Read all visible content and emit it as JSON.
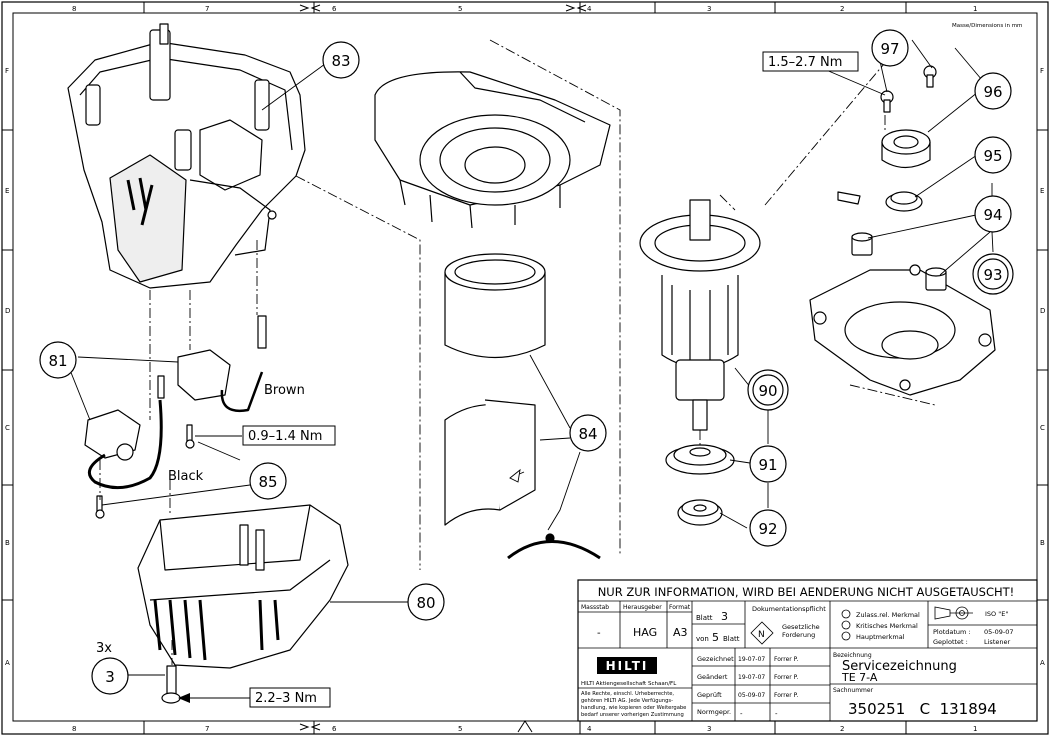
{
  "frame": {
    "columns_top": [
      "8",
      "7",
      "6",
      "5",
      "4",
      "3",
      "2",
      "1"
    ],
    "columns_bottom": [
      "8",
      "7",
      "6",
      "5",
      "4",
      "3",
      "2",
      "1"
    ],
    "rows_left": [
      "F",
      "E",
      "D",
      "C",
      "B",
      "A"
    ],
    "rows_right": [
      "F",
      "E",
      "D",
      "C",
      "B",
      "A"
    ],
    "dimensions_note": "Masse/Dimensions in mm"
  },
  "callouts": {
    "c83": "83",
    "c97": "97",
    "c96": "96",
    "c95": "95",
    "c94": "94",
    "c93": "93",
    "c90": "90",
    "c91": "91",
    "c92": "92",
    "c84": "84",
    "c81": "81",
    "c85": "85",
    "c80": "80",
    "c3": "3"
  },
  "labels": {
    "torque_top": "1.5–2.7 Nm",
    "torque_mid": "0.9–1.4 Nm",
    "torque_bottom": "2.2–3 Nm",
    "wire_brown": "Brown",
    "wire_black": "Black",
    "qty": "3x"
  },
  "title_block": {
    "banner": "NUR ZUR INFORMATION, WIRD BEI AENDERUNG NICHT AUSGETAUSCHT!",
    "massstab_h": "Massstab",
    "massstab_v": "-",
    "herausgeber_h": "Herausgeber",
    "herausgeber_v": "HAG",
    "format_h": "Format",
    "format_v": "A3",
    "blatt_label": "Blatt",
    "blatt_v": "3",
    "von_label": "von",
    "von_v": "5",
    "von_blatt": "Blatt",
    "dok_h": "Dokumentationspflicht",
    "gesetz": "Gesetzliche",
    "forderung": "Forderung",
    "n_symbol": "N",
    "m1": "Zulass.rel. Merkmal",
    "m2": "Kritisches Merkmal",
    "m3": "Hauptmerkmal",
    "iso": "ISO \"E\"",
    "plotdatum_label": "Plotdatum :",
    "plotdatum_v": "05-09-07",
    "geplottet_label": "Geplottet :",
    "geplottet_v": "Listener",
    "logo": "HILTI",
    "company": "HILTI Aktiengesellschaft Schaan/FL",
    "rights": [
      "Alle Rechte, einschl. Urheberrechte,",
      "gehören HILTI AG. Jede Verfügungs-",
      "handlung, wie kopieren oder Weitergabe",
      "bedarf unserer vorherigen Zustimmung"
    ],
    "rows": [
      {
        "label": "Gezeichnet",
        "date": "19-07-07",
        "name": "Forrer P."
      },
      {
        "label": "Geändert",
        "date": "19-07-07",
        "name": "Forrer P."
      },
      {
        "label": "Geprüft",
        "date": "05-09-07",
        "name": "Forrer P."
      },
      {
        "label": "Normgepr.",
        "date": "-",
        "name": "-"
      }
    ],
    "bezeichnung_h": "Bezeichnung",
    "title1": "Servicezeichnung",
    "title2": "TE 7-A",
    "sachnummer_h": "Sachnummer",
    "sachnummer": "350251   C  131894"
  }
}
